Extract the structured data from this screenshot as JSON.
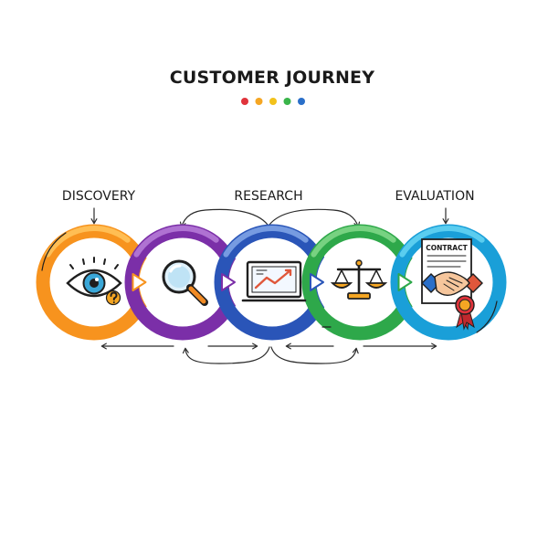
{
  "title": "CUSTOMER JOURNEY",
  "dot_colors": [
    "#e0333b",
    "#f5a623",
    "#f2c21b",
    "#3ab54a",
    "#2a6fc9"
  ],
  "stage_labels": {
    "discovery": "DISCOVERY",
    "research": "RESEARCH",
    "evaluation": "EVALUATION"
  },
  "contract_text": "CONTRACT",
  "stages": [
    {
      "id": "discovery",
      "icon": "eye-icon",
      "color": "#f7931e",
      "color_light": "#ffc35a"
    },
    {
      "id": "search",
      "icon": "magnifier-icon",
      "color": "#7b2fa8",
      "color_light": "#b57ad6"
    },
    {
      "id": "analysis",
      "icon": "chart-icon",
      "color": "#2a55b8",
      "color_light": "#7ea3e6"
    },
    {
      "id": "comparison",
      "icon": "scales-icon",
      "color": "#2ea84a",
      "color_light": "#7fd687"
    },
    {
      "id": "evaluation",
      "icon": "handshake-contract-icon",
      "color": "#1a9fd8",
      "color_light": "#63d2f2"
    }
  ]
}
